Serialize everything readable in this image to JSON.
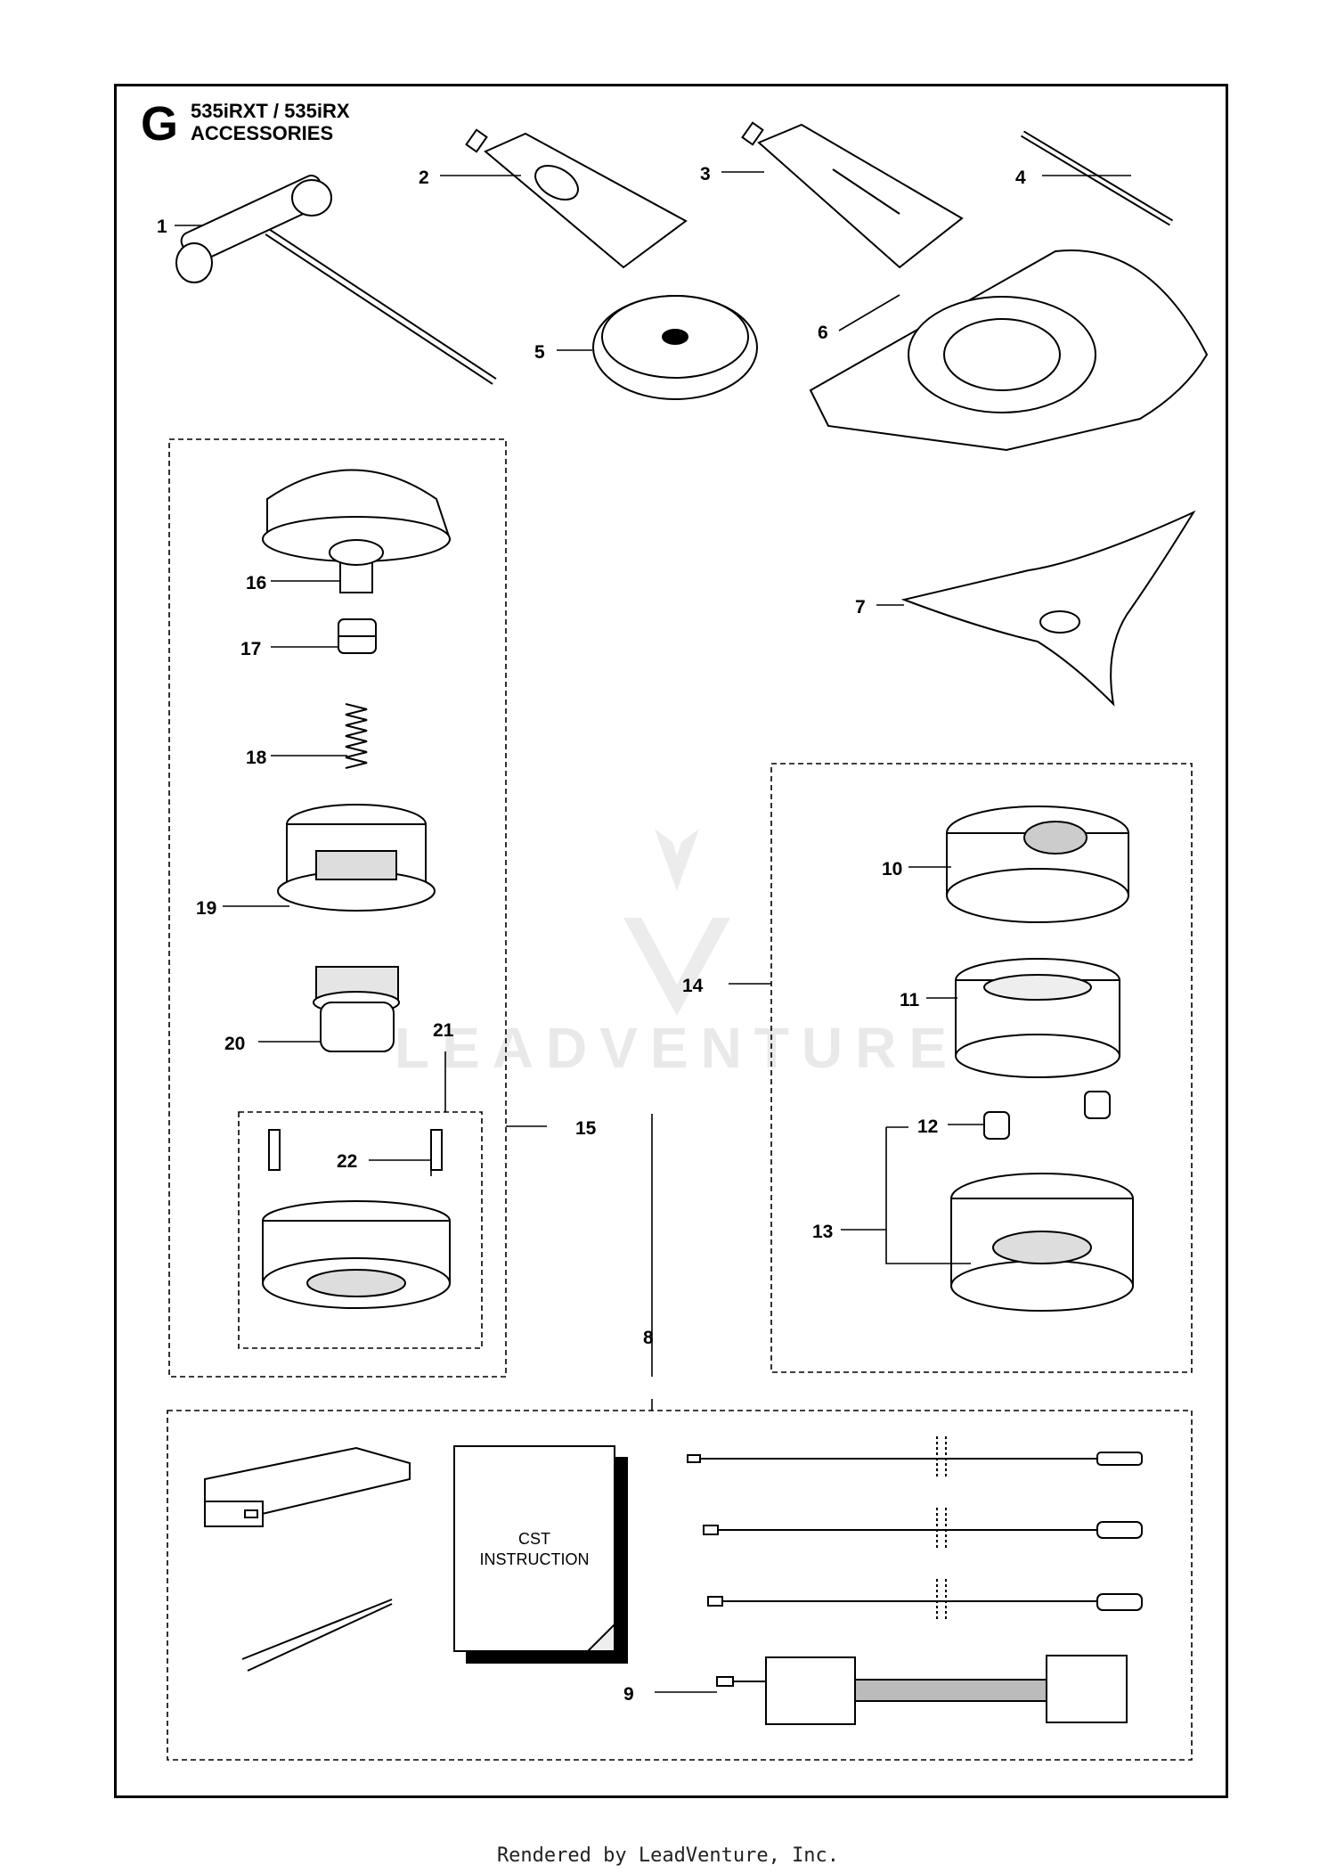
{
  "header": {
    "section_letter": "G",
    "model_line": "535iRXT / 535iRX",
    "title": "ACCESSORIES"
  },
  "callouts": [
    "1",
    "2",
    "3",
    "4",
    "5",
    "6",
    "7",
    "8",
    "9",
    "10",
    "11",
    "12",
    "13",
    "14",
    "15",
    "16",
    "17",
    "18",
    "19",
    "20",
    "21",
    "22"
  ],
  "manual": {
    "line1": "CST",
    "line2": "INSTRUCTION"
  },
  "watermark": "LEADVENTURE",
  "footer": "Rendered by LeadVenture, Inc."
}
